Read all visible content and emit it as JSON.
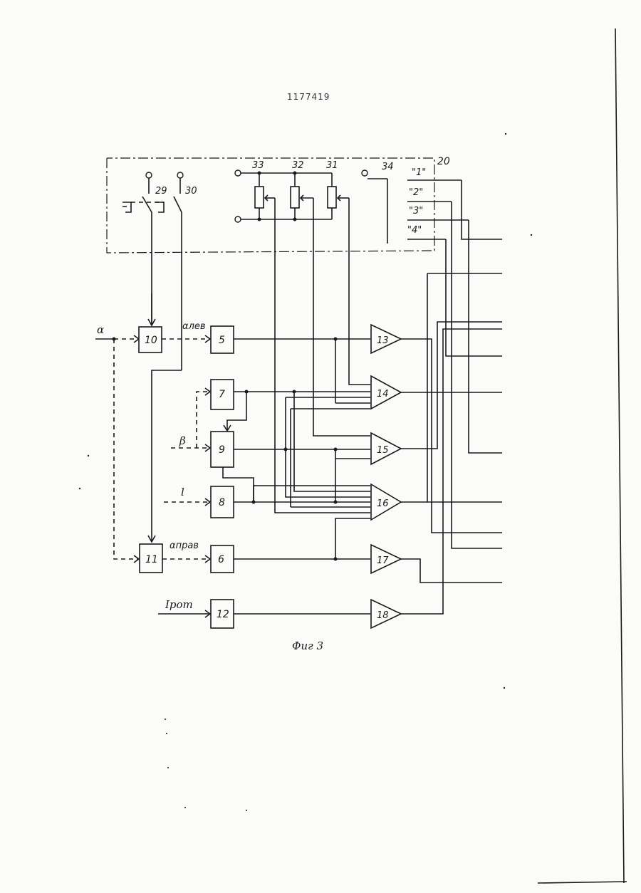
{
  "header": {
    "doc_number": "1177419"
  },
  "caption": "Фиг 3",
  "panel": {
    "label": "20",
    "switches": [
      "29",
      "30"
    ],
    "resistors": [
      "33",
      "32",
      "31"
    ],
    "terminal": "34",
    "outputs": [
      "\"1\"",
      "\"2\"",
      "\"3\"",
      "\"4\""
    ]
  },
  "inputs": {
    "alpha": "α",
    "beta": "β",
    "l": "l",
    "i_rot": "Iрот"
  },
  "signals": {
    "alpha_left": "αлев",
    "alpha_right": "αправ"
  },
  "blocks": {
    "b5": "5",
    "b6": "6",
    "b7": "7",
    "b8": "8",
    "b9": "9",
    "b10": "10",
    "b11": "11",
    "b12": "12"
  },
  "amplifiers": {
    "a13": "13",
    "a14": "14",
    "a15": "15",
    "a16": "16",
    "a17": "17",
    "a18": "18"
  }
}
